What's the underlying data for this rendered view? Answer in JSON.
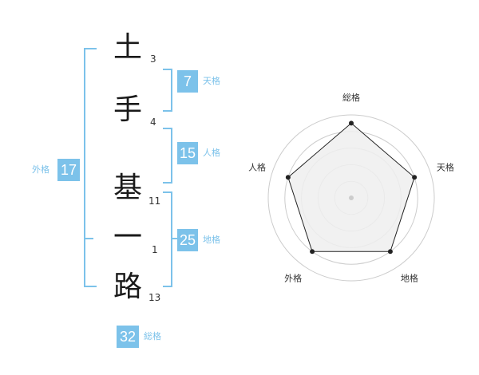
{
  "name": {
    "characters": [
      {
        "char": "土",
        "strokes": "3"
      },
      {
        "char": "手",
        "strokes": "4"
      },
      {
        "char": "基",
        "strokes": "11"
      },
      {
        "char": "一",
        "strokes": "1"
      },
      {
        "char": "路",
        "strokes": "13"
      }
    ]
  },
  "scores": {
    "tenkaku": {
      "value": "7",
      "label": "天格"
    },
    "jinkaku": {
      "value": "15",
      "label": "人格"
    },
    "chikaku": {
      "value": "25",
      "label": "地格"
    },
    "gaikaku": {
      "value": "17",
      "label": "外格"
    },
    "soukaku": {
      "value": "32",
      "label": "総格"
    }
  },
  "radar": {
    "axes": [
      "総格",
      "天格",
      "地格",
      "外格",
      "人格"
    ],
    "levels": 5,
    "values": [
      0.9,
      0.8,
      0.8,
      0.8,
      0.8
    ]
  },
  "colors": {
    "accent": "#7cc2ea",
    "radar_fill": "#efefef",
    "radar_line": "#222222",
    "ring": "#cccccc"
  }
}
